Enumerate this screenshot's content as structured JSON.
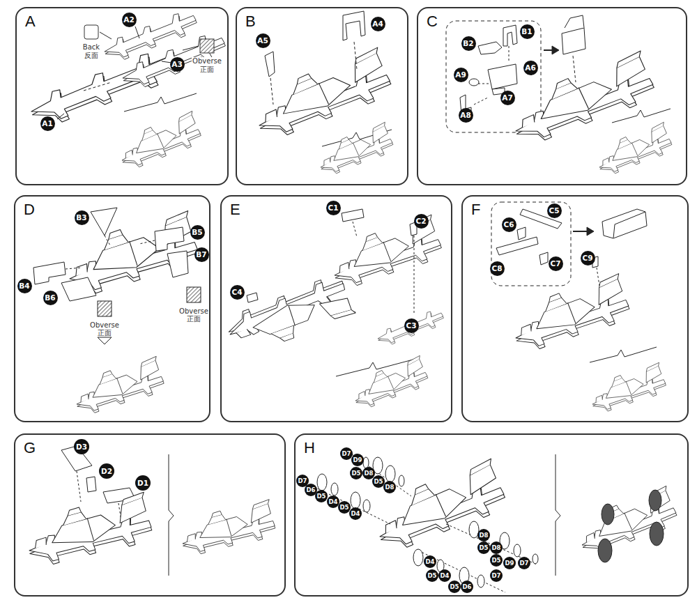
{
  "diagram": {
    "nodes": [
      {
        "text": [
          "A"
        ]
      },
      {
        "text": [
          "A2"
        ],
        "in": 0
      },
      {
        "text": [
          "A3"
        ],
        "in": 0
      },
      {
        "text": [
          "A1"
        ],
        "in": 0
      },
      {
        "text": [
          "B"
        ]
      },
      {
        "text": [
          "A5"
        ],
        "in": 4
      },
      {
        "text": [
          "A4"
        ],
        "in": 4
      },
      {
        "text": [
          "C"
        ]
      },
      {
        "text": [
          "B2"
        ],
        "in": 7
      },
      {
        "text": [
          "B1"
        ],
        "in": 7
      },
      {
        "text": [
          "A6"
        ],
        "in": 7
      },
      {
        "text": [
          "A9"
        ],
        "in": 7
      },
      {
        "text": [
          "A7"
        ],
        "in": 7
      },
      {
        "text": [
          "A8"
        ],
        "in": 7
      },
      {
        "text": [
          "D"
        ]
      },
      {
        "text": [
          "B3"
        ],
        "in": 14
      },
      {
        "text": [
          "B5"
        ],
        "in": 14
      },
      {
        "text": [
          "B4"
        ],
        "in": 14
      },
      {
        "text": [
          "B7"
        ],
        "in": 14
      },
      {
        "text": [
          "B6"
        ],
        "in": 14
      },
      {
        "text": [
          "E"
        ]
      },
      {
        "text": [
          "C1"
        ],
        "in": 20
      },
      {
        "text": [
          "C2"
        ],
        "in": 20
      },
      {
        "text": [
          "C4"
        ],
        "in": 20
      },
      {
        "text": [
          "C3"
        ],
        "in": 20
      },
      {
        "text": [
          "F"
        ]
      },
      {
        "text": [
          "C5"
        ],
        "in": 25
      },
      {
        "text": [
          "C6"
        ],
        "in": 25
      },
      {
        "text": [
          "C8"
        ],
        "in": 25
      },
      {
        "text": [
          "C7"
        ],
        "in": 25
      },
      {
        "text": [
          "C9"
        ],
        "in": 25
      },
      {
        "text": [
          "G"
        ]
      },
      {
        "text": [
          "D3"
        ],
        "in": 31
      },
      {
        "text": [
          "D2"
        ],
        "in": 31
      },
      {
        "text": [
          "D1"
        ],
        "in": 31
      },
      {
        "text": [
          "H"
        ]
      },
      {
        "text": [
          "D7"
        ],
        "in": 35
      },
      {
        "text": [
          "D9"
        ],
        "in": 35
      },
      {
        "text": [
          "D5"
        ],
        "in": 35
      },
      {
        "text": [
          "D8"
        ],
        "in": 35
      },
      {
        "text": [
          "D5"
        ],
        "in": 35
      },
      {
        "text": [
          "D8"
        ],
        "in": 35
      },
      {
        "text": [
          "D7"
        ],
        "in": 35
      },
      {
        "text": [
          "D6"
        ],
        "in": 35
      },
      {
        "text": [
          "D5"
        ],
        "in": 35
      },
      {
        "text": [
          "D4"
        ],
        "in": 35
      },
      {
        "text": [
          "D5"
        ],
        "in": 35
      },
      {
        "text": [
          "D4"
        ],
        "in": 35
      },
      {
        "text": [
          "D8"
        ],
        "in": 35
      },
      {
        "text": [
          "D5"
        ],
        "in": 35
      },
      {
        "text": [
          "D8"
        ],
        "in": 35
      },
      {
        "text": [
          "D5"
        ],
        "in": 35
      },
      {
        "text": [
          "D9"
        ],
        "in": 35
      },
      {
        "text": [
          "D7"
        ],
        "in": 35
      },
      {
        "text": [
          "D4"
        ],
        "in": 35
      },
      {
        "text": [
          "D5"
        ],
        "in": 35
      },
      {
        "text": [
          "D4"
        ],
        "in": 35
      },
      {
        "text": [
          "D5"
        ],
        "in": 35
      },
      {
        "text": [
          "D6"
        ],
        "in": 35
      },
      {
        "text": [
          "D7"
        ],
        "in": 35
      }
    ],
    "labels": [
      "Back",
      "反面",
      "Obverse",
      "正面",
      "Obverse",
      "正面",
      "Obverse",
      "正面"
    ]
  }
}
